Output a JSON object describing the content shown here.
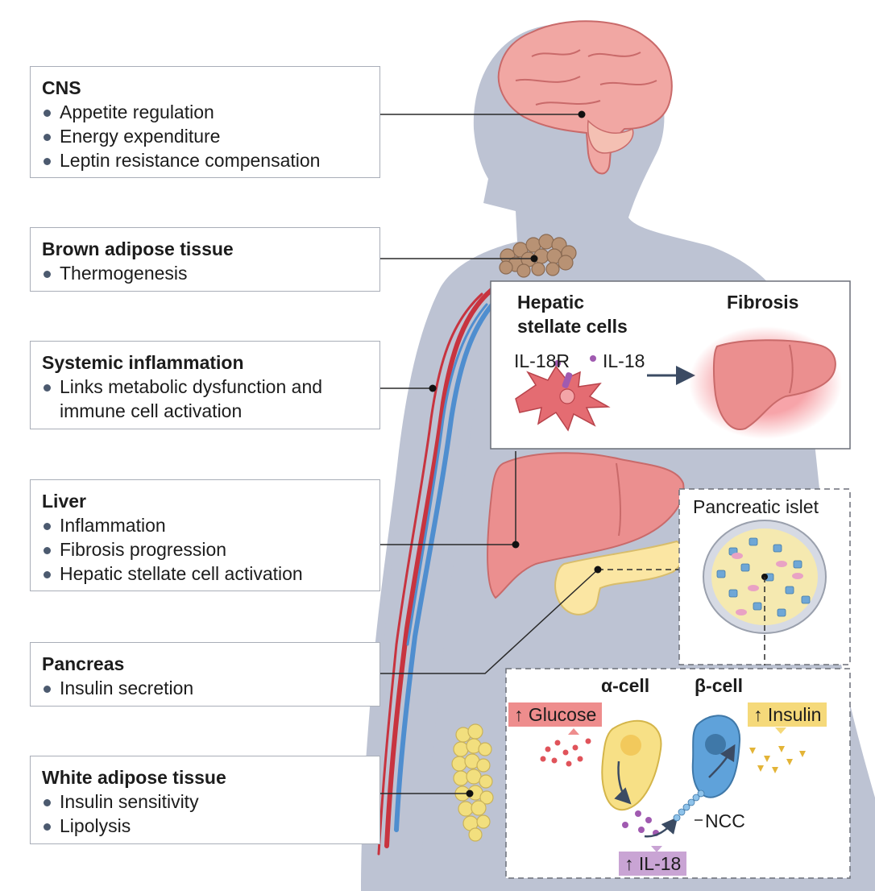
{
  "colors": {
    "body_silhouette": "#bdc3d3",
    "box_border": "#a9aeb8",
    "leader_line": "#2a2a2a",
    "artery": "#c8343f",
    "vein": "#4f8ecf",
    "brain": "#f1a7a3",
    "liver": "#eb8f8f",
    "pancreas": "#fbe6a3",
    "brown_fat": "#b89274",
    "white_fat": "#f2df7e",
    "alpha_cell": "#f7e086",
    "beta_cell": "#5fa2da",
    "glucose_tag": "#ee8d8d",
    "insulin_tag": "#f5d97a",
    "il18_tag": "#c9a4d4"
  },
  "boxes": {
    "cns": {
      "title": "CNS",
      "items": [
        "Appetite regulation",
        "Energy expenditure",
        "Leptin resistance compensation"
      ]
    },
    "brown_adipose": {
      "title": "Brown adipose tissue",
      "items": [
        "Thermogenesis"
      ]
    },
    "systemic_inflammation": {
      "title": "Systemic inflammation",
      "items": [
        "Links metabolic dysfunction and immune cell activation"
      ]
    },
    "liver": {
      "title": "Liver",
      "items": [
        "Inflammation",
        "Fibrosis progression",
        "Hepatic stellate cell activation"
      ]
    },
    "pancreas": {
      "title": "Pancreas",
      "items": [
        "Insulin secretion"
      ]
    },
    "white_adipose": {
      "title": "White adipose tissue",
      "items": [
        "Insulin sensitivity",
        "Lipolysis"
      ]
    }
  },
  "hepatic_panel": {
    "title_line1": "Hepatic",
    "title_line2": "stellate cells",
    "fibrosis_title": "Fibrosis",
    "receptor_label": "IL-18R",
    "ligand_label": "IL-18"
  },
  "islet_panel": {
    "title": "Pancreatic islet"
  },
  "cell_panel": {
    "alpha_label": "α-cell",
    "beta_label": "β-cell",
    "glucose_label": "↑ Glucose",
    "insulin_label": "↑ Insulin",
    "il18_label": "↑ IL-18",
    "ncc_label": "NCC"
  }
}
